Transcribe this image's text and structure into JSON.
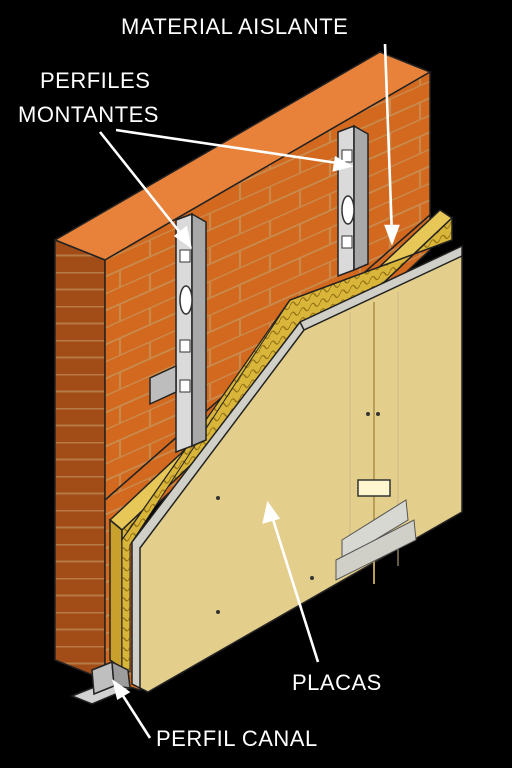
{
  "labels": {
    "material_aislante": "MATERIAL AISLANTE",
    "perfiles_montantes_line1": "PERFILES",
    "perfiles_montantes_line2": "MONTANTES",
    "placas": "PLACAS",
    "perfil_canal": "PERFIL CANAL"
  },
  "colors": {
    "background": "#000000",
    "brick_front": "#d2691e",
    "brick_top": "#e8823a",
    "brick_side": "#a24c18",
    "mortar": "#c98a4d",
    "insulation": "#d9b63a",
    "insulation_texture": "#8d6b12",
    "metal_profile": "#c8c8c8",
    "plasterboard": "#e3ce8c",
    "plasterboard_edge": "#d0d0c8",
    "label_text": "#ffffff"
  },
  "icons": [
    "brick-wall-icon",
    "insulation-icon",
    "metal-stud-icon",
    "plasterboard-icon",
    "track-profile-icon"
  ]
}
